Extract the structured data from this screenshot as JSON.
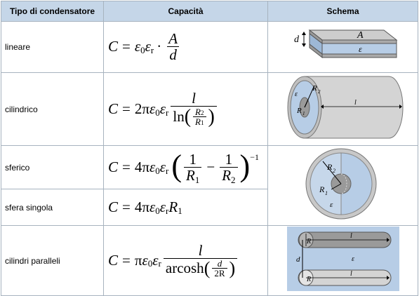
{
  "headers": {
    "type": "Tipo di condensatore",
    "capacity": "Capacità",
    "schema": "Schema"
  },
  "rows": [
    {
      "type": "lineare"
    },
    {
      "type": "cilindrico"
    },
    {
      "type": "sferico"
    },
    {
      "type": "sfera singola"
    },
    {
      "type": "cilindri paralleli"
    }
  ],
  "math": {
    "C": "C",
    "eq": "=",
    "eps": "ε",
    "zero": "0",
    "r": "r",
    "dot": "·",
    "A": "A",
    "d": "d",
    "l": "l",
    "two_pi": "2π",
    "four_pi": "4π",
    "pi": "π",
    "ln": "ln",
    "R": "R",
    "one": "1",
    "two": "2",
    "minus": "−",
    "minus_one": "−1",
    "paren_l": "(",
    "paren_r": ")",
    "arcosh": "arcosh",
    "two_R": "2R"
  },
  "schema_labels": {
    "d": "d",
    "A": "A",
    "eps": "ε",
    "R1": "R",
    "R2": "R",
    "sub1": "1",
    "sub2": "2",
    "l": "l"
  },
  "colors": {
    "header_bg": "#c5d6e8",
    "border": "#a7b3bf",
    "dielectric": "#b7cde6",
    "gray": "#b5b5b5"
  }
}
